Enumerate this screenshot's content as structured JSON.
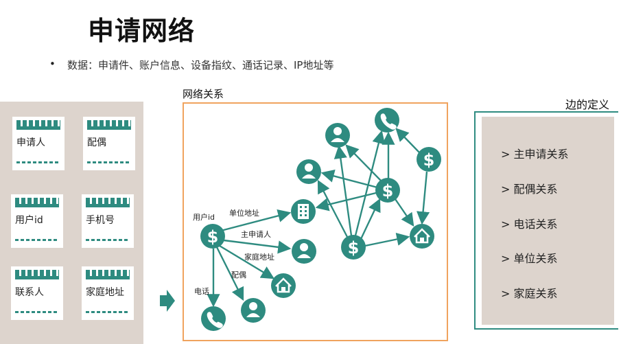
{
  "title": "申请网络",
  "bullet": "数据：申请件、账户信息、设备指纹、通话记录、IP地址等",
  "cards": [
    {
      "label": "申请人"
    },
    {
      "label": "配偶"
    },
    {
      "label": "用户id"
    },
    {
      "label": "手机号"
    },
    {
      "label": "联系人"
    },
    {
      "label": "家庭地址"
    }
  ],
  "network": {
    "title": "网络关系",
    "labels": {
      "user_id": "用户id",
      "work_addr": "单位地址",
      "main_applicant": "主申请人",
      "home_addr": "家庭地址",
      "spouse": "配偶",
      "phone": "电话"
    }
  },
  "edges": {
    "title": "边的定义",
    "items": [
      "> 主申请关系",
      "> 配偶关系",
      "> 电话关系",
      "> 单位关系",
      "> 家庭关系"
    ]
  },
  "colors": {
    "teal": "#2e8b80",
    "orange": "#f0a35e",
    "panel": "#ddd4cd"
  }
}
